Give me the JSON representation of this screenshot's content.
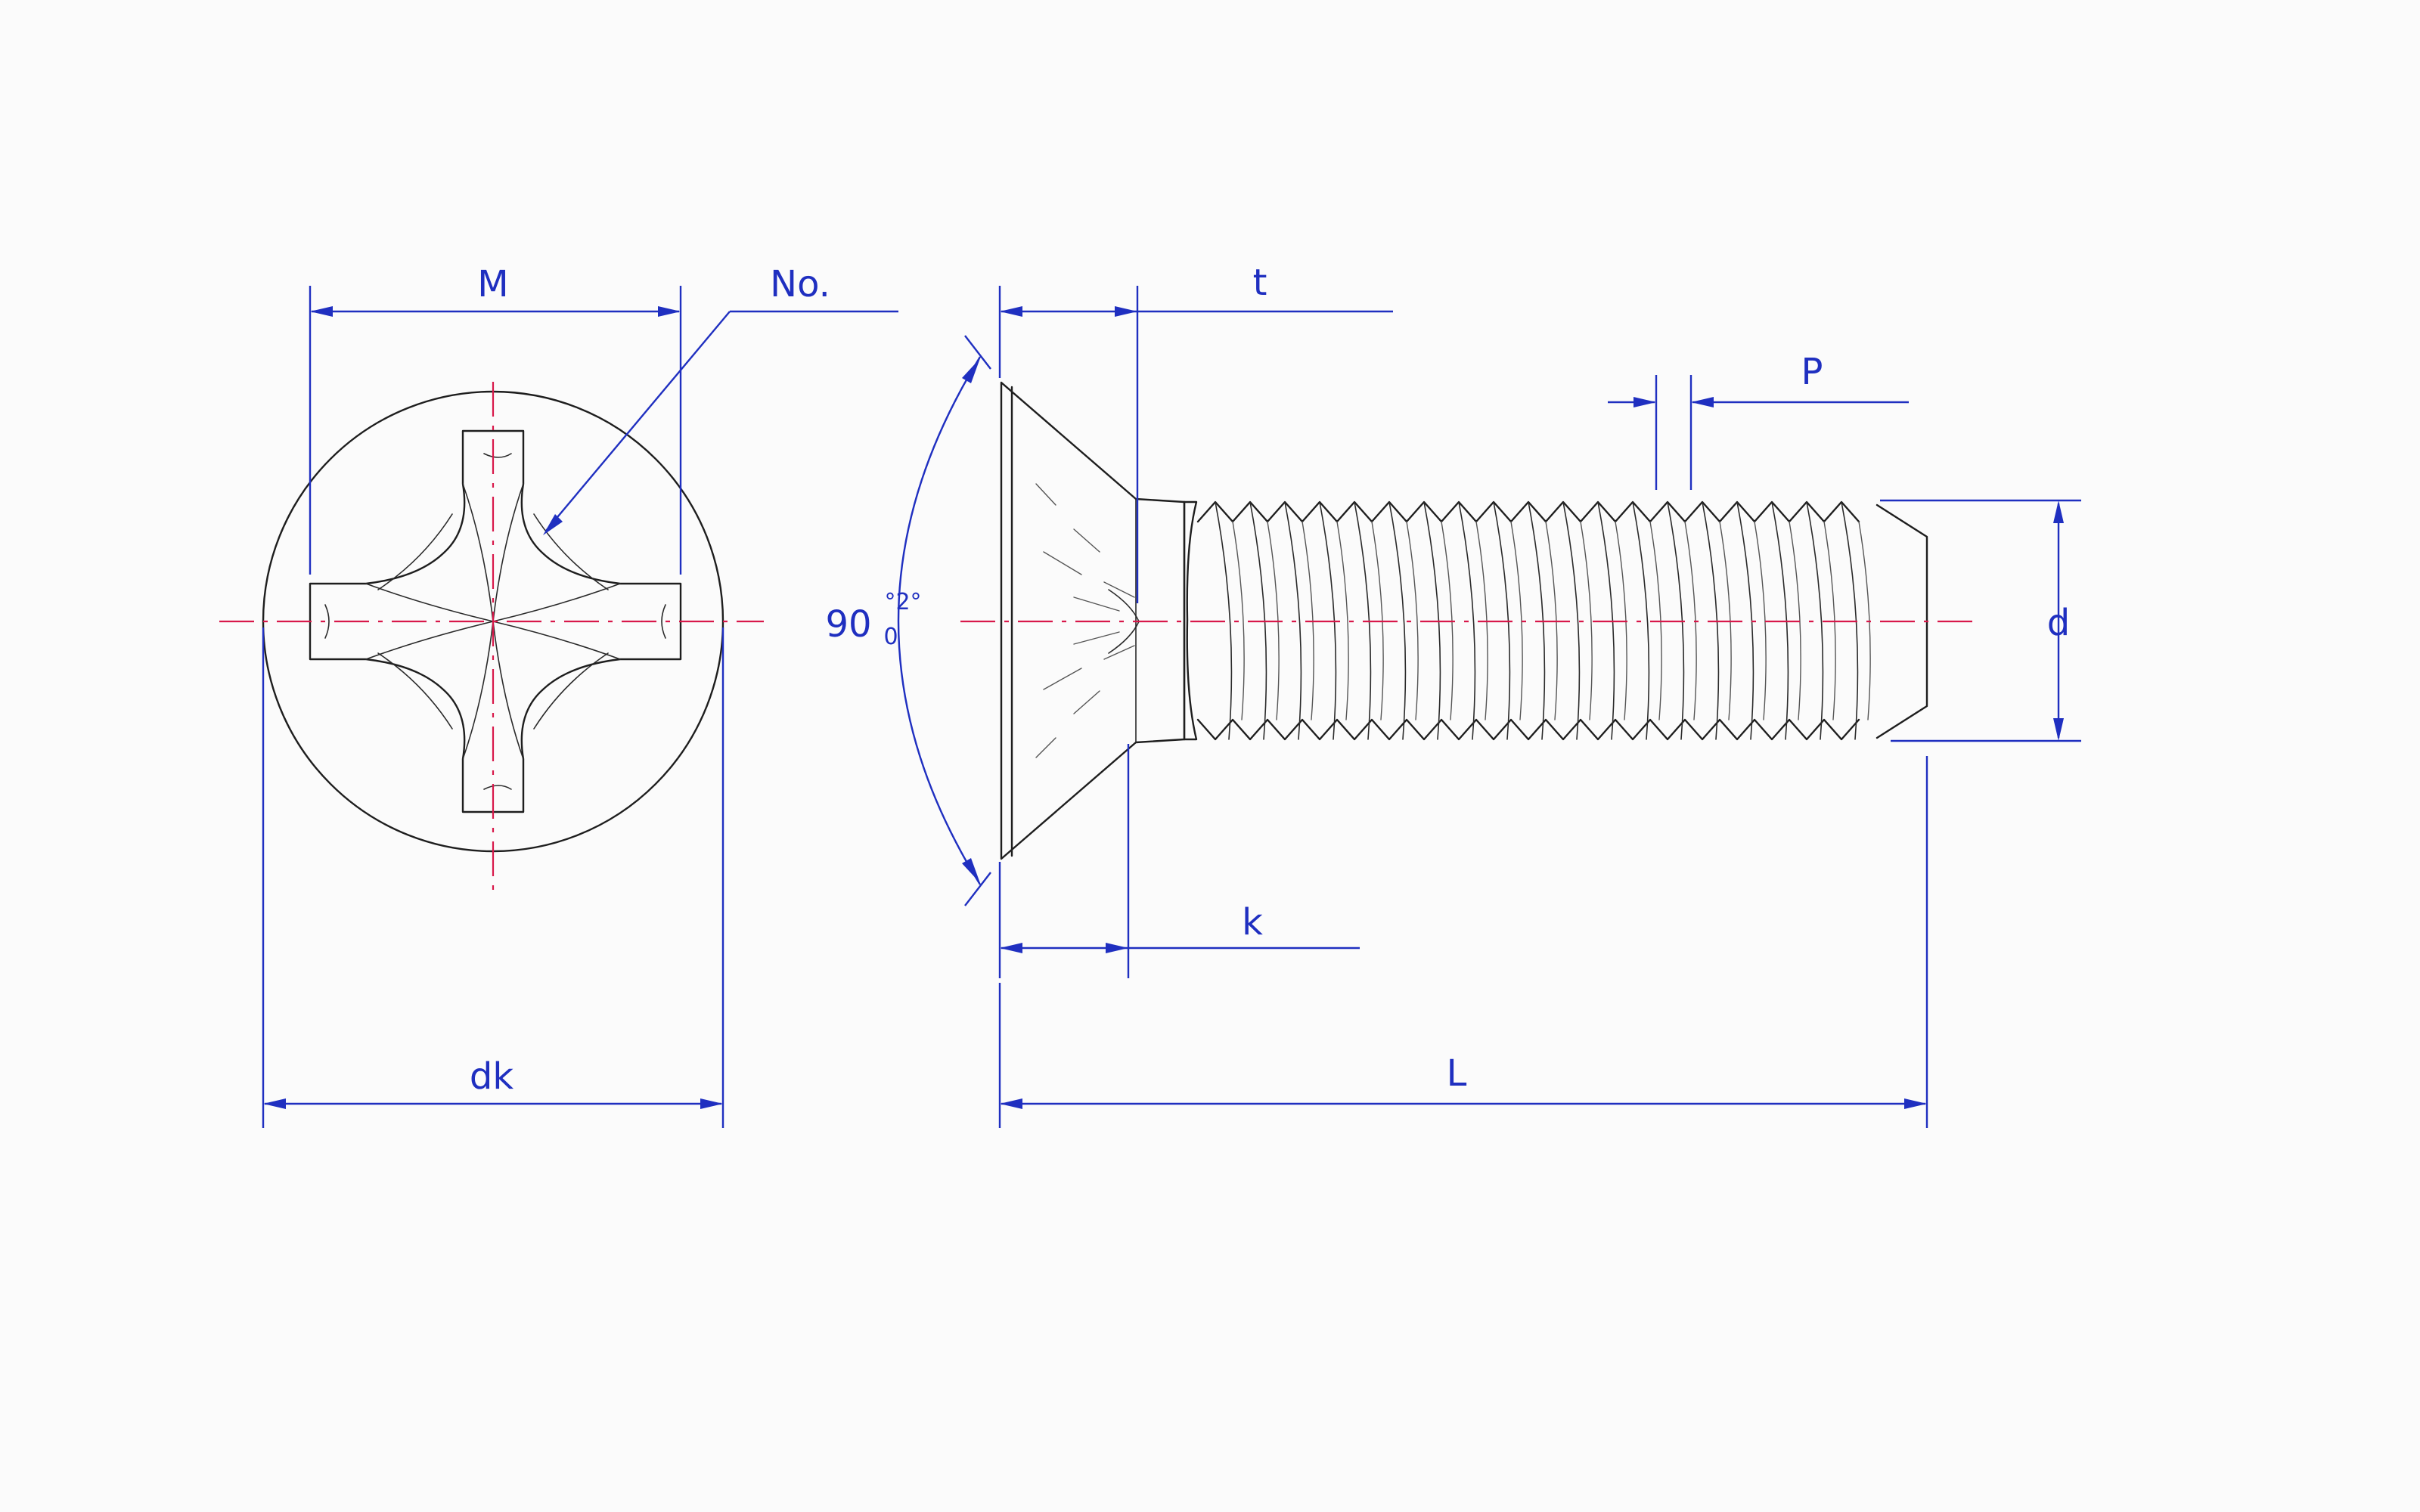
{
  "drawing": {
    "labels": {
      "M": "M",
      "No": "No.",
      "t": "t",
      "P": "P",
      "d": "d",
      "k": "k",
      "dk": "dk",
      "L": "L",
      "angle": "90",
      "tol_upper": "°2°",
      "tol_lower": "0"
    },
    "colors": {
      "dimension": "#1f2fc0",
      "centerline": "#d8184a",
      "outline": "#1e1e1e",
      "background": "#fbfbfb"
    }
  }
}
